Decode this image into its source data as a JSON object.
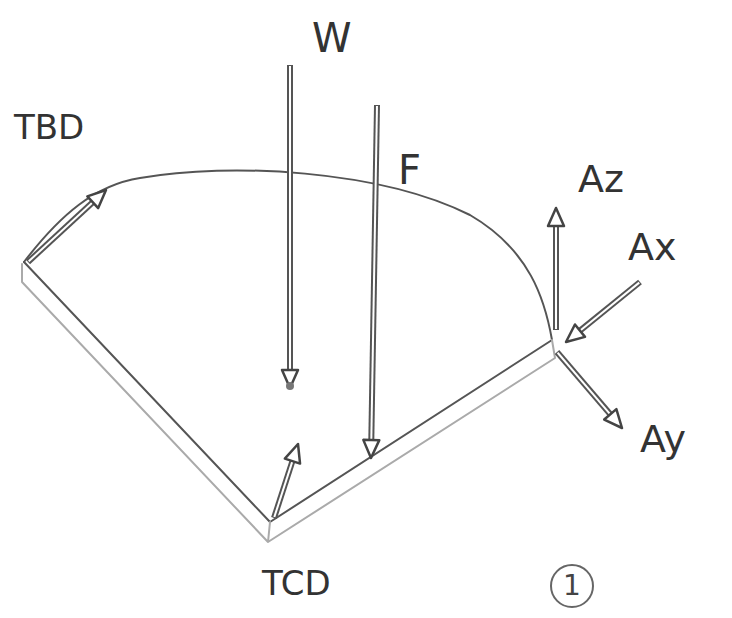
{
  "diagram": {
    "nodes": [
      {
        "text": [
          "1"
        ]
      }
    ],
    "labels": [
      "W",
      "F",
      "TBD",
      "Az",
      "Ax",
      "Ay",
      "TCD"
    ]
  }
}
